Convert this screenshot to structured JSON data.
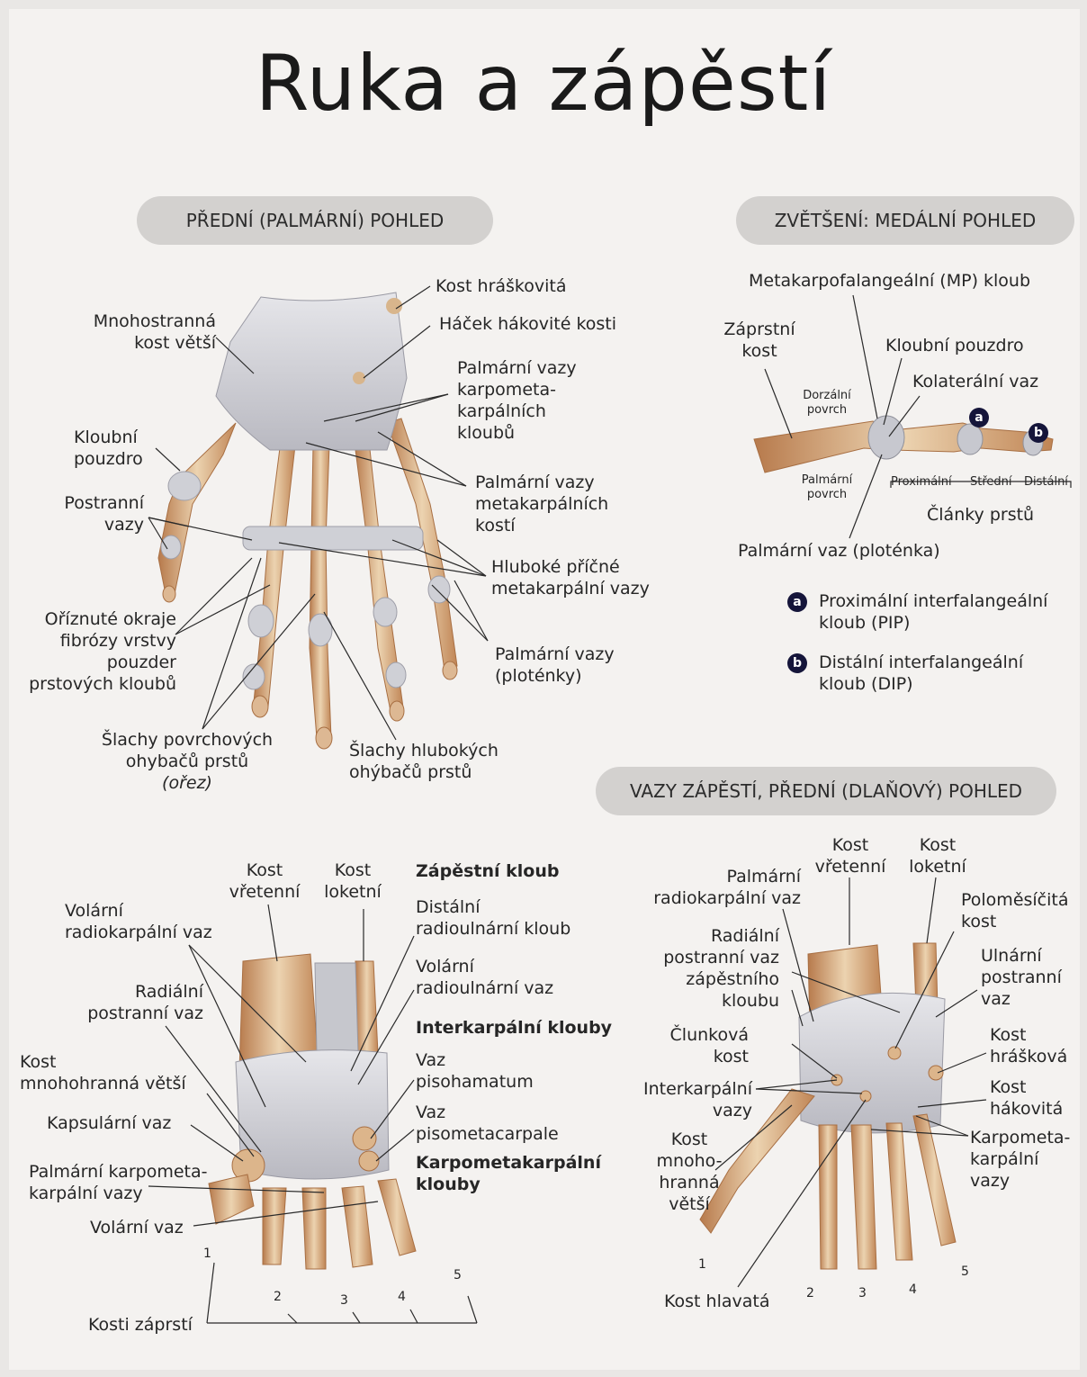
{
  "title": "Ruka a zápěstí",
  "sections": {
    "anterior": "PŘEDNÍ (PALMÁRNÍ) POHLED",
    "medial": "ZVĚTŠENÍ: MEDÁLNÍ POHLED",
    "wrist": "VAZY ZÁPĚSTÍ, PŘEDNÍ (DLAŇOVÝ) POHLED"
  },
  "anterior_labels": {
    "kost_hraskovita": "Kost hráškovitá",
    "hacek": "Háček hákovité kosti",
    "mnohostranna": "Mnohostranná\nkost větší",
    "palmarni_cmc": "Palmární vazy\nkarpometa-\nkarpálních\nkloubů",
    "kloubni_pouzdro": "Kloubní\npouzdro",
    "palmarni_metakarpalni": "Palmární vazy\nmetakarpálních\nkostí",
    "postranni_vazy": "Postranní\nvazy",
    "hluboke": "Hluboké příčné\nmetakarpální vazy",
    "oriznute": "Oříznuté okraje\nfibrózy vrstvy\npouzder\nprstových kloubů",
    "palmarni_plotenky": "Palmární vazy\n(ploténky)",
    "slachy_povrch_1": "Šlachy povrchových\nohybačů prstů",
    "slachy_povrch_2": "(ořez)",
    "slachy_hlub": "Šlachy hlubokých\nohýbačů prstů"
  },
  "medial_labels": {
    "mp_kloub": "Metakarpofalangeální (MP) kloub",
    "zaprstni": "Záprstní\nkost",
    "kloubni_pouzdro": "Kloubní pouzdro",
    "kolateralni": "Kolaterální vaz",
    "dorzalni": "Dorzální\npovrch",
    "palmarni_povrch": "Palmární\npovrch",
    "proximalni": "Proximální",
    "stredni": "Střední",
    "distalni": "Distální",
    "clanky": "Články prstů",
    "palmarni_vaz": "Palmární vaz (ploténka)",
    "badge_a": "a",
    "badge_b": "b"
  },
  "legend": [
    {
      "badge": "a",
      "text": "Proximální interfalangeální\nkloub (PIP)"
    },
    {
      "badge": "b",
      "text": "Distální interfalangeální\nkloub (DIP)"
    }
  ],
  "wrist_left_labels": {
    "kost_vretenni": "Kost\nvřetenní",
    "kost_loketni": "Kost\nloketní",
    "volarni_rk": "Volární\nradiokarpální vaz",
    "radialni_post": "Radiální\npostranní vaz",
    "kost_mnohohranna": "Kost\nmnohohranná větší",
    "kapsularni": "Kapsulární vaz",
    "palmarni_cmc": "Palmární karpometa-\nkarpální vazy",
    "volarni_vaz": "Volární vaz",
    "zapestni_kloub": "Zápěstní kloub",
    "distalni_ru": "Distální\nradioulnární kloub",
    "volarni_ru": "Volární\nradioulnární vaz",
    "interkarpalni_klouby": "Interkarpální klouby",
    "vaz_pisohamatum": "Vaz\npisohamatum",
    "vaz_pisometacarpale": "Vaz\npisometacarpale",
    "cmc_klouby": "Karpometakarpální\nklouby",
    "kosti_zaprsti": "Kosti záprstí",
    "n1": "1",
    "n2": "2",
    "n3": "3",
    "n4": "4",
    "n5": "5"
  },
  "wrist_right_labels": {
    "kost_vretenni": "Kost\nvřetenní",
    "kost_loketni": "Kost\nloketní",
    "palmarni_rk": "Palmární\nradiokarpální vaz",
    "polomesicita": "Poloměsíčitá\nkost",
    "radialni_post": "Radiální\npostranní vaz\nzápěstního\nkloubu",
    "ulnarni_post": "Ulnární\npostranní\nvaz",
    "clunkova": "Člunková\nkost",
    "kost_hraskova": "Kost\nhrášková",
    "interkarpalni": "Interkarpální\nvazy",
    "kost_hakovita": "Kost\nhákovitá",
    "kost_mnohohranna": "Kost\nmnoho-\nhranná\nvětší",
    "karpometa": "Karpometa-\nkarpální\nvazy",
    "kost_hlavata": "Kost hlavatá",
    "n1": "1",
    "n2": "2",
    "n3": "3",
    "n4": "4",
    "n5": "5"
  },
  "colors": {
    "bone": "#d9b287",
    "bone_dark": "#b77a4c",
    "ligament": "#c9c9cf",
    "badge": "#15153a",
    "pill": "#d3d1cf"
  }
}
